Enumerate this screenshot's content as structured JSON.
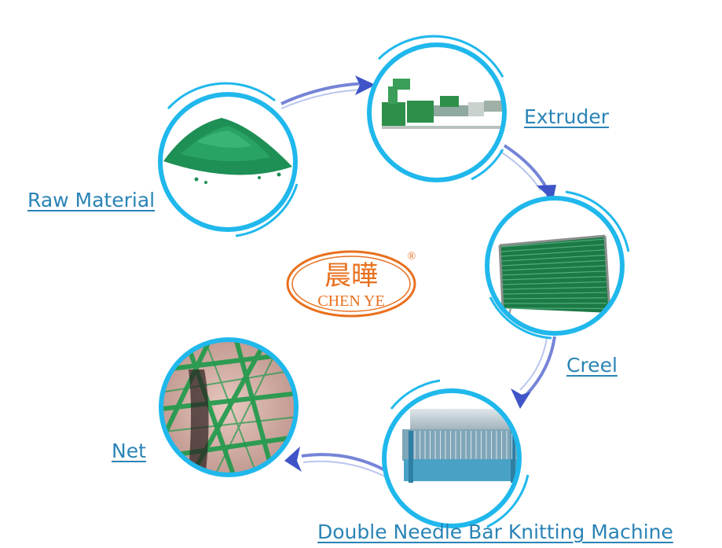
{
  "stages": [
    {
      "id": "raw-material",
      "label": "Raw Material"
    },
    {
      "id": "extruder",
      "label": "Extruder"
    },
    {
      "id": "creel",
      "label": "Creel"
    },
    {
      "id": "knitting-machine",
      "label": "Double Needle Bar Knitting Machine"
    },
    {
      "id": "net",
      "label": "Net"
    }
  ],
  "logo": {
    "chinese": "晨曄",
    "english": "CHEN YE",
    "registered": "®"
  },
  "colors": {
    "ring": "#20b8ec",
    "arrow": "#5d6fd0",
    "label": "#2a84b6",
    "logo": "#e8701e",
    "pellet": "#1e8f55",
    "net_strand": "#1c9a4a"
  }
}
